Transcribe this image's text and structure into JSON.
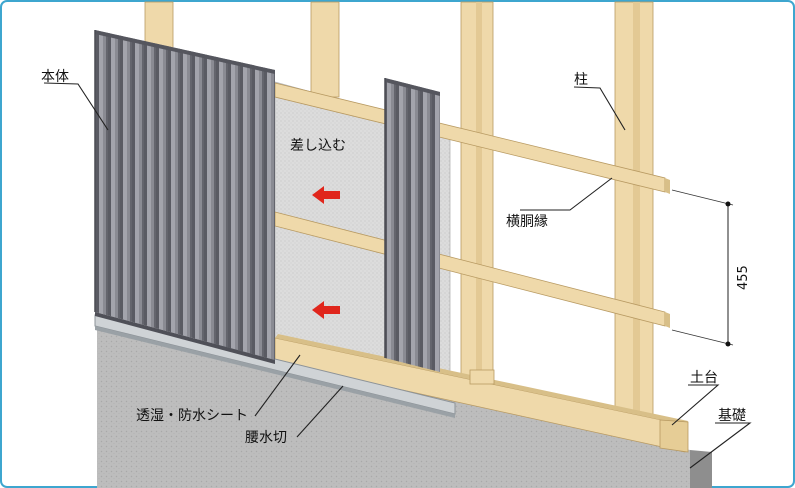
{
  "labels": {
    "main_body": "本体",
    "insert": "差し込む",
    "post": "柱",
    "horizontal_furring": "横胴縁",
    "dimension": "455",
    "sill": "土台",
    "foundation": "基礎",
    "moisture_sheet": "透湿・防水シート",
    "drip_flashing": "腰水切"
  },
  "colors": {
    "frame_border": "#3ea6cf",
    "wood": "#efd9aa",
    "wood_shade": "#d8bf88",
    "sheet": "#d9d9d9",
    "concrete": "#b9b9b9",
    "panel_dark": "#6f7079",
    "panel_light": "#9a9ba3",
    "arrow": "#e0261c"
  },
  "icons": {
    "insert_arrow": "left-arrow-icon"
  }
}
